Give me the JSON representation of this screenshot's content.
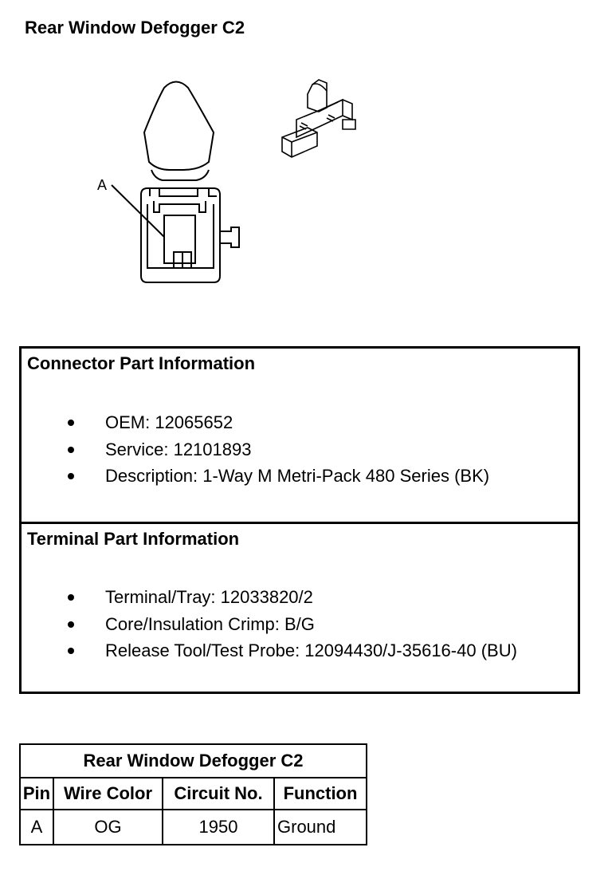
{
  "page_title": "Rear Window Defogger C2",
  "figure": {
    "callout_label": "A",
    "connector_icon": "connector-face-view-icon",
    "perspective_icon": "connector-3d-view-icon"
  },
  "connector_info": {
    "title": "Connector Part Information",
    "items": [
      "OEM: 12065652",
      "Service: 12101893",
      "Description: 1-Way M Metri-Pack 480 Series (BK)"
    ]
  },
  "terminal_info": {
    "title": "Terminal Part Information",
    "items": [
      "Terminal/Tray: 12033820/2",
      "Core/Insulation Crimp: B/G",
      "Release Tool/Test Probe: 12094430/J-35616-40 (BU)"
    ]
  },
  "pin_table": {
    "title": "Rear Window Defogger C2",
    "headers": [
      "Pin",
      "Wire Color",
      "Circuit No.",
      "Function"
    ],
    "rows": [
      [
        "A",
        "OG",
        "1950",
        "Ground"
      ]
    ]
  }
}
